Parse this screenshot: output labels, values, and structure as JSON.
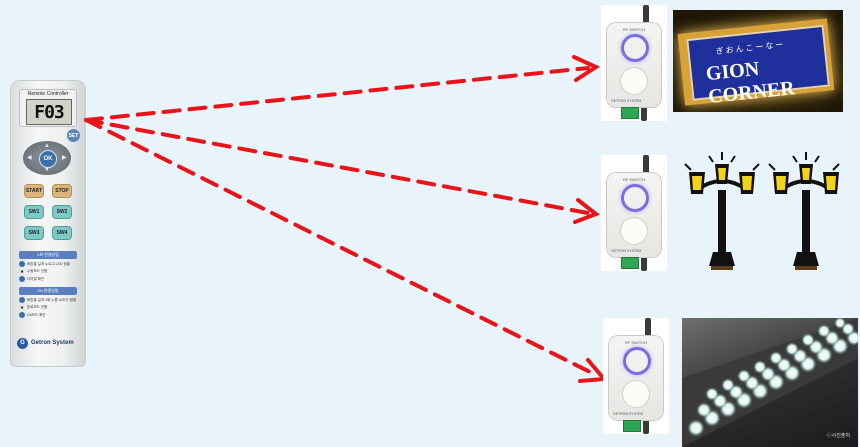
{
  "remote": {
    "title": "Remote Controller",
    "display_value": "F03",
    "set_label": "SET",
    "ok_label": "OK",
    "buttons": [
      "START",
      "STOP",
      "SW1",
      "SW2",
      "SW3",
      "SW4"
    ],
    "legend": {
      "section1_header": "1회 연결방법",
      "section1_rows": [
        "버튼을 길게 누르고 LED 점멸",
        "수동모드 전환",
        "다이얼 확인"
      ],
      "section2_header": "On 연결방법",
      "section2_rows": [
        "버튼을 길게 2회 누름 LED가 점멸",
        "완료모드 전환",
        "On모드 확인"
      ]
    },
    "brand": "Getron System",
    "brand_icon": "getron-logo-icon"
  },
  "switches": [
    {
      "label": "RF SWITCH",
      "brand": "GETRON SYSTEM"
    },
    {
      "label": "RF SWITCH",
      "brand": "GETRON SYSTEM"
    },
    {
      "label": "RF SWITCH",
      "brand": "GETRON SYSTEM"
    }
  ],
  "sign_photo": {
    "small_text": "ぎおんこーなー",
    "main_text": "GION CORNER"
  },
  "lights_photo": {
    "watermark": "ⓒ사진출처"
  },
  "colors": {
    "arrow": "#e8141a",
    "background": "#e8f3fa",
    "sign_panel": "#1f2f9c"
  }
}
